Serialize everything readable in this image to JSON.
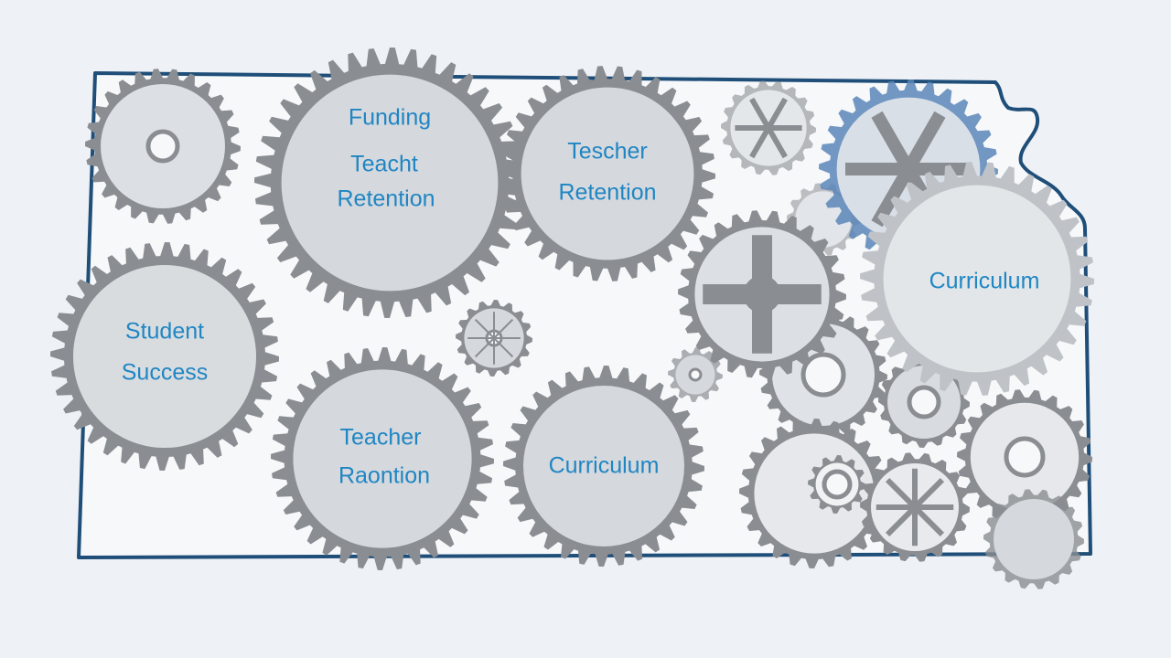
{
  "colors": {
    "background": "#eef1f5",
    "map_fill": "#f6f8fa",
    "map_outline": "#1f4e79",
    "gear_dark": "#8a8d91",
    "gear_face": "#d5d8dc",
    "gear_light": "#bfc3c8",
    "gear_blue": "#5b86b8",
    "label": "#1f86c4"
  },
  "map": {
    "name": "kansas-outline"
  },
  "labels": {
    "funding": "Funding",
    "teacher_retention_1": [
      "Teacht",
      "Retention"
    ],
    "teacher_retention_2": [
      "Tescher",
      "Retention"
    ],
    "curriculum_right": "Curriculum",
    "student_success": [
      "Student",
      "Success"
    ],
    "teacher_retention_3": [
      "Teacher",
      "Raontion"
    ],
    "curriculum_bottom": "Curriculum"
  }
}
